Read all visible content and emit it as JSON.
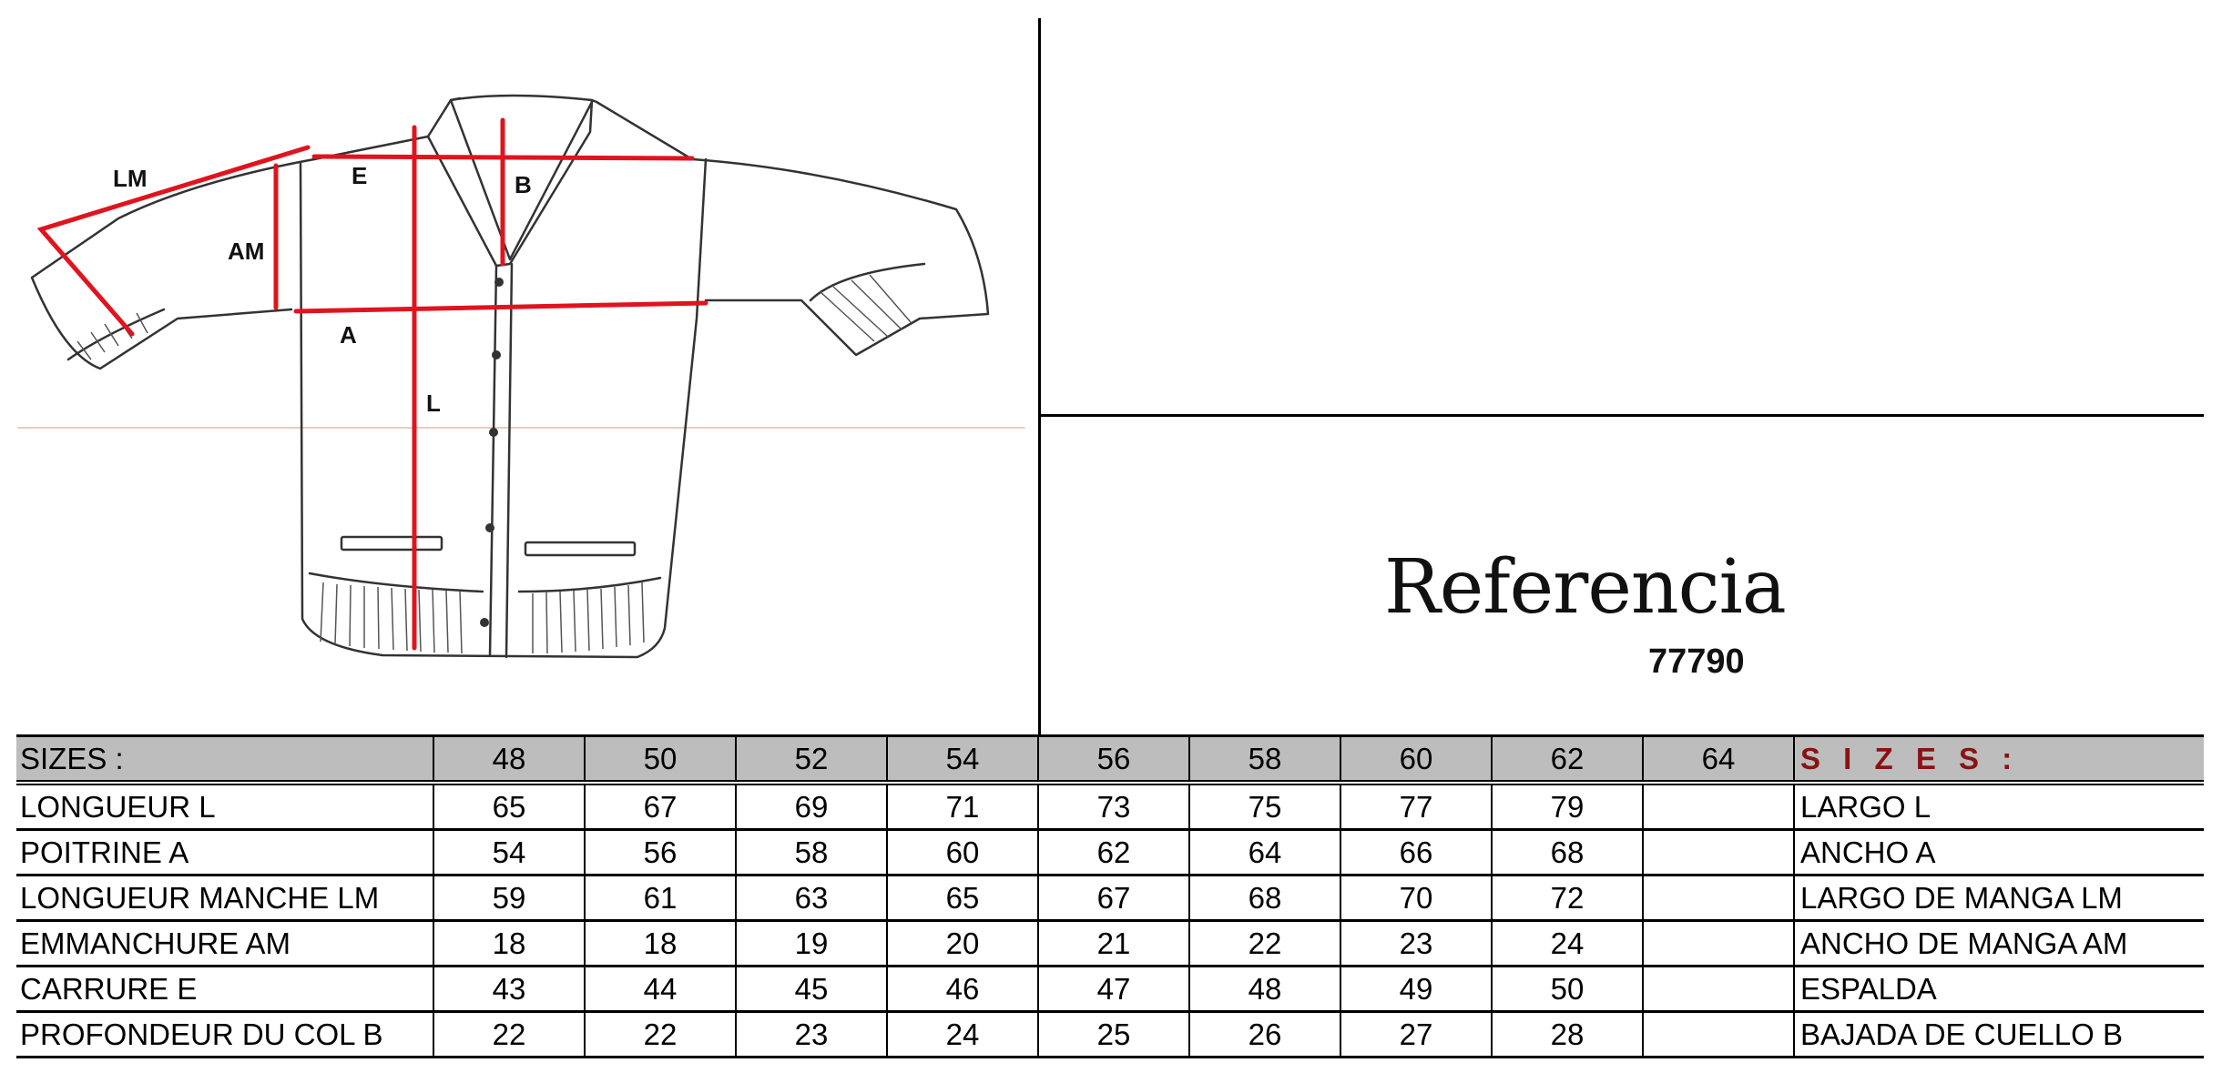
{
  "reference": {
    "word": "Referencia",
    "code": "77790"
  },
  "sketch": {
    "labels": {
      "lm": "LM",
      "am": "AM",
      "e": "E",
      "b": "B",
      "a": "A",
      "l": "L"
    }
  },
  "table": {
    "header": {
      "label_fr": "SIZES :",
      "sizes": [
        "48",
        "50",
        "52",
        "54",
        "56",
        "58",
        "60",
        "62",
        "64"
      ],
      "label_es": "S I Z E S :"
    },
    "rows": [
      {
        "fr": "LONGUEUR   L",
        "values": [
          "65",
          "67",
          "69",
          "71",
          "73",
          "75",
          "77",
          "79",
          ""
        ],
        "es": "LARGO      L"
      },
      {
        "fr": "POITRINE         A",
        "values": [
          "54",
          "56",
          "58",
          "60",
          "62",
          "64",
          "66",
          "68",
          ""
        ],
        "es": "ANCHO        A"
      },
      {
        "fr": "LONGUEUR  MANCHE  LM",
        "values": [
          "59",
          "61",
          "63",
          "65",
          "67",
          "68",
          "70",
          "72",
          ""
        ],
        "es": "LARGO DE MANGA LM"
      },
      {
        "fr": "EMMANCHURE  AM",
        "values": [
          "18",
          "18",
          "19",
          "20",
          "21",
          "22",
          "23",
          "24",
          ""
        ],
        "es": "ANCHO DE MANGA AM"
      },
      {
        "fr": "CARRURE  E",
        "values": [
          "43",
          "44",
          "45",
          "46",
          "47",
          "48",
          "49",
          "50",
          ""
        ],
        "es": "ESPALDA"
      },
      {
        "fr": "PROFONDEUR  DU COL  B",
        "values": [
          "22",
          "22",
          "23",
          "24",
          "25",
          "26",
          "27",
          "28",
          ""
        ],
        "es": "BAJADA DE CUELLO B"
      }
    ]
  },
  "colors": {
    "measure_lines": "#e0141e",
    "header_bg": "#bdbdbd",
    "es_header_text": "#8b1212"
  }
}
